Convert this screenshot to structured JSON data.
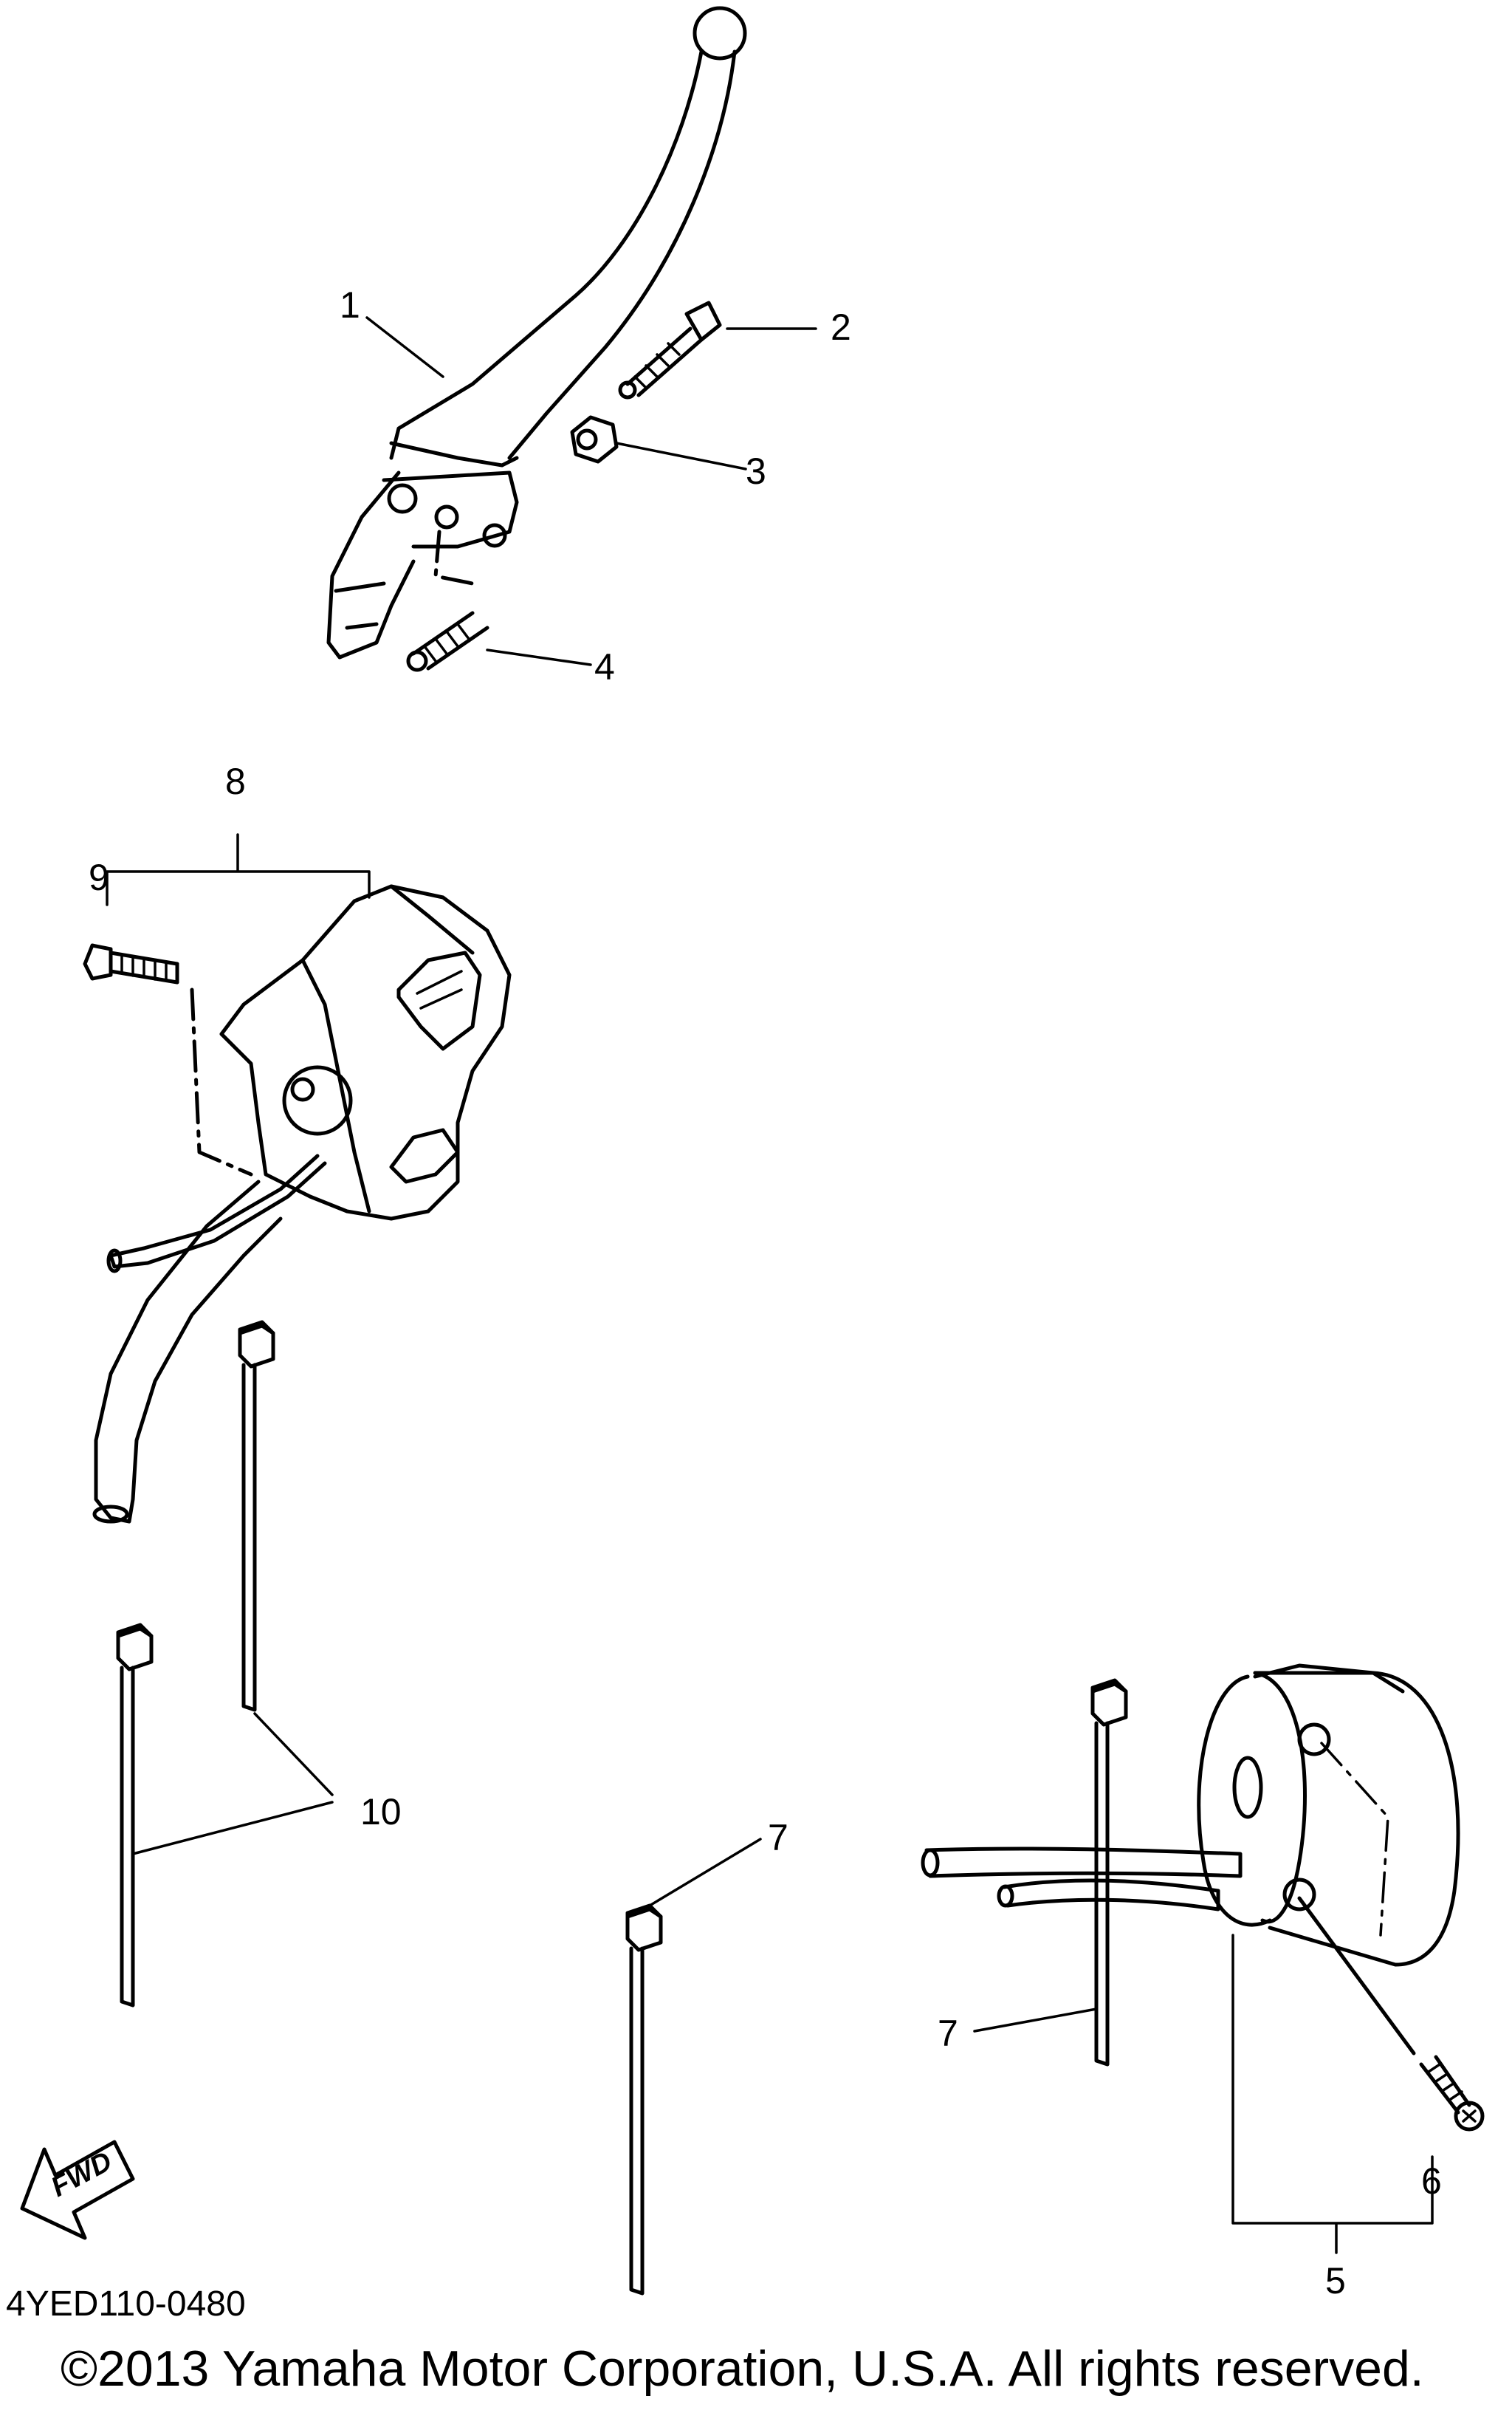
{
  "diagram": {
    "code": "4YED110-0480",
    "copyright": "©2013 Yamaha Motor Corporation, U.S.A. All rights reserved.",
    "fwd_label": "FWD",
    "callouts": {
      "c1": "1",
      "c2": "2",
      "c3": "3",
      "c4": "4",
      "c5": "5",
      "c6": "6",
      "c7a": "7",
      "c7b": "7",
      "c8": "8",
      "c9": "9",
      "c10": "10"
    }
  }
}
